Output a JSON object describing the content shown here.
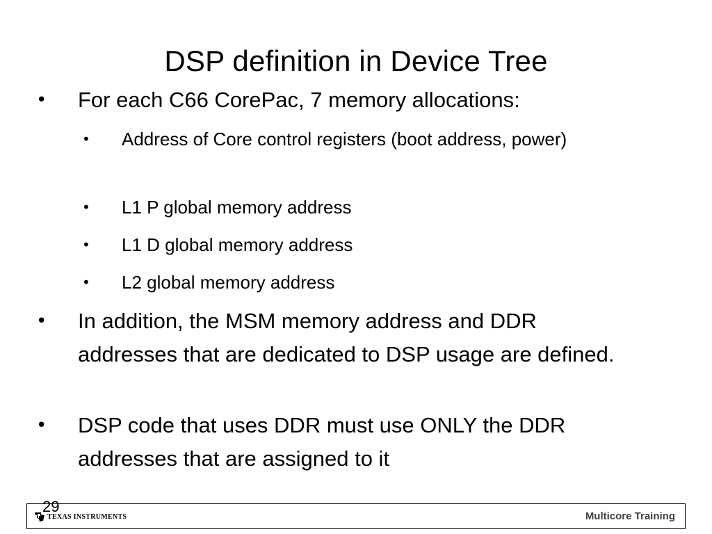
{
  "slide": {
    "title": "DSP definition in Device Tree",
    "bullets": [
      {
        "text": "For each C66 CorePac, 7 memory allocations:",
        "sub": [
          "Address of Core control registers (boot address, power)",
          "L1 P global memory address",
          "L1 D global memory address",
          "L2  global memory address"
        ]
      },
      {
        "text": "In addition, the MSM memory address and DDR addresses that are dedicated to DSP usage are defined."
      },
      {
        "text": "DSP code that uses DDR must use ONLY the DDR addresses that are assigned to it"
      }
    ],
    "bullet_glyph": "•"
  },
  "footer": {
    "logo_text": "Texas Instruments",
    "page_number": "29",
    "right_label": "Multicore Training"
  }
}
